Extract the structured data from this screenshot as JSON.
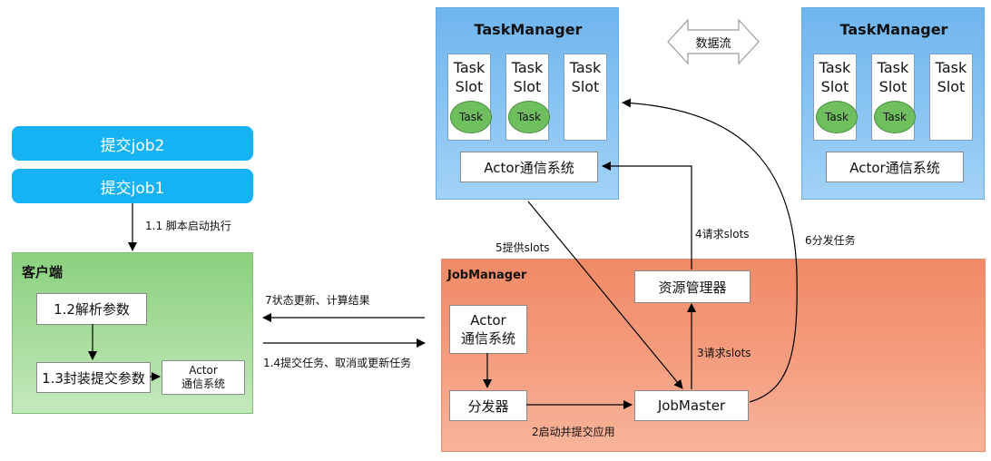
{
  "client_jobs": {
    "job2": "提交job2",
    "job1": "提交job1"
  },
  "taskmanagers": [
    {
      "title": "TaskManager",
      "slots": [
        {
          "label": "Task\nSlot",
          "task": "Task"
        },
        {
          "label": "Task\nSlot",
          "task": "Task"
        },
        {
          "label": "Task\nSlot",
          "task": ""
        }
      ],
      "actor": "Actor通信系统"
    },
    {
      "title": "TaskManager",
      "slots": [
        {
          "label": "Task\nSlot",
          "task": "Task"
        },
        {
          "label": "Task\nSlot",
          "task": "Task"
        },
        {
          "label": "Task\nSlot",
          "task": ""
        }
      ],
      "actor": "Actor通信系统"
    }
  ],
  "dataflow_label": "数据流",
  "client": {
    "title": "客户端",
    "parse_params": "1.2解析参数",
    "package_params": "1.3封装提交参数",
    "actor": "Actor\n通信系统"
  },
  "jobmanager": {
    "title": "JobManager",
    "actor": "Actor\n通信系统",
    "resource_manager": "资源管理器",
    "dispatcher": "分发器",
    "jobmaster": "JobMaster"
  },
  "labels": {
    "script_start": "1.1 脚本启动执行",
    "status_update": "7状态更新、计算结果",
    "submit_task": "1.4提交任务、取消或更新任务",
    "provide_slots": "5提供slots",
    "request_slots_4": "4请求slots",
    "dispatch_task": "6分发任务",
    "request_slots_3": "3请求slots",
    "start_submit_app": "2启动并提交应用"
  }
}
